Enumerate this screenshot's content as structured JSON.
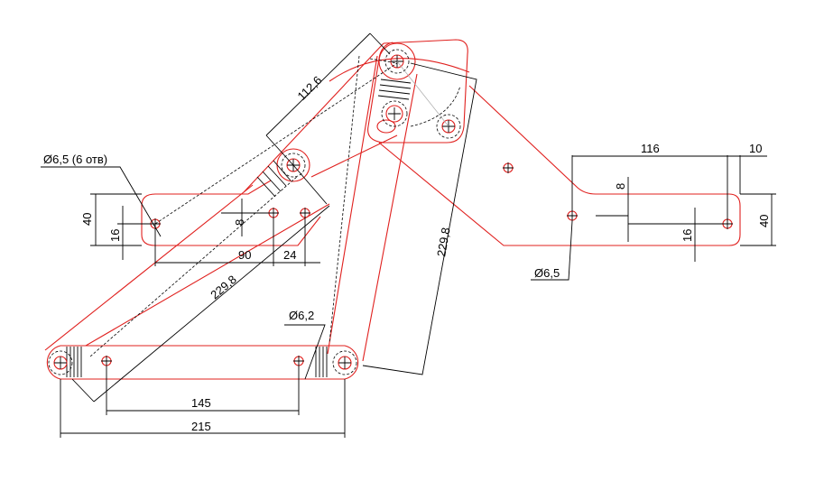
{
  "drawing": {
    "title_visible": false,
    "colors": {
      "outline": "#e0201e",
      "dimension": "#000000"
    },
    "dimensions": {
      "top_arm_length": "112,6",
      "hole_note_left": "Ø6,5 (6 отв)",
      "left_plate_height": "40",
      "left_hole_offset": "16",
      "left_hole_step": "8",
      "left_hole_spacing": "90",
      "left_hole_spacing_2": "24",
      "diagonal_link_length": "229,8",
      "vertical_link_length": "229,8",
      "hole_note_bottom": "Ø6,2",
      "bottom_hole_spacing": "145",
      "bottom_bar_length": "215",
      "right_hole_spacing": "116",
      "right_end_offset": "10",
      "right_hole_step": "8",
      "right_plate_height": "40",
      "right_hole_offset": "16",
      "hole_note_right": "Ø6,5"
    }
  }
}
